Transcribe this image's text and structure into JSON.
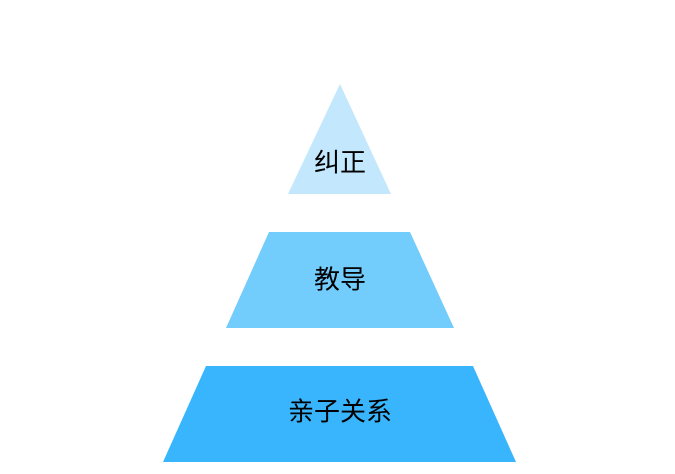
{
  "diagram": {
    "type": "pyramid",
    "tiers": [
      {
        "label": "纠正",
        "color": "#c3e7fd"
      },
      {
        "label": "教导",
        "color": "#72ccfc"
      },
      {
        "label": "亲子关系",
        "color": "#38b5fd"
      }
    ]
  }
}
